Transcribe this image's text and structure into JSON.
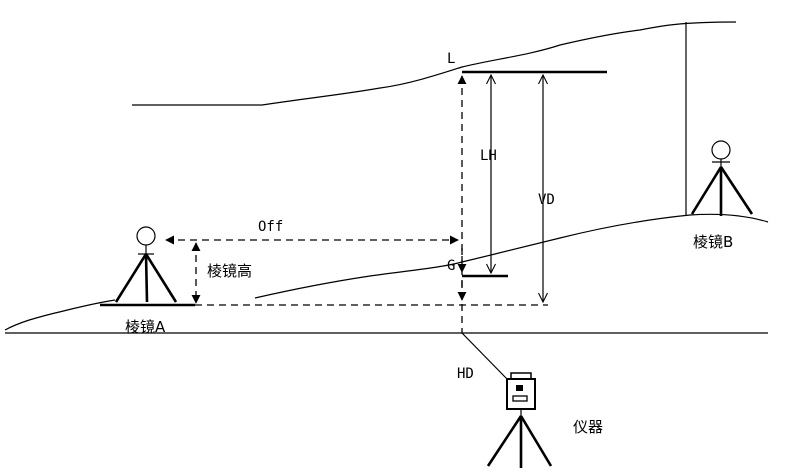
{
  "labels": {
    "L": "L",
    "G": "G",
    "LH": "LH",
    "VD": "VD",
    "Off": "Off",
    "HD": "HD",
    "prism_height": "棱镜高",
    "prism_a": "棱镜A",
    "prism_b": "棱镜B",
    "instrument": "仪器"
  }
}
